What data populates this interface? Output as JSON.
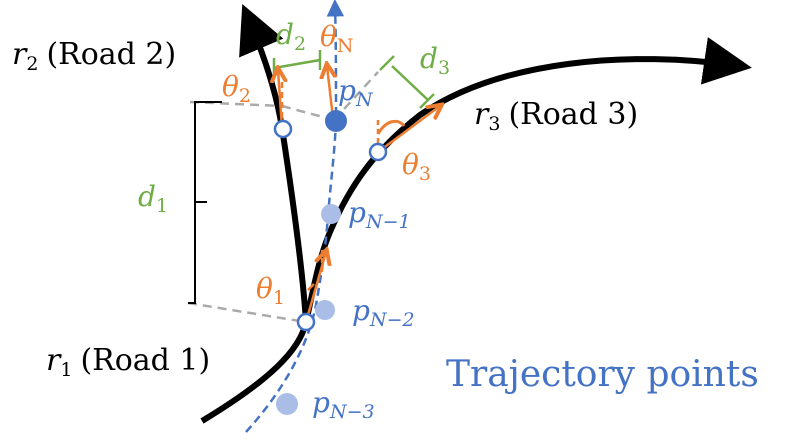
{
  "colors": {
    "road": "#000000",
    "trajectory": "#4472c4",
    "trajectory_light": "#a9bde6",
    "angle": "#ed7d31",
    "distance": "#70ad47",
    "guide": "#aaaaaa"
  },
  "roads": [
    {
      "var": "r",
      "sub": "1",
      "name": "(Road 1)"
    },
    {
      "var": "r",
      "sub": "2",
      "name": "(Road 2)"
    },
    {
      "var": "r",
      "sub": "3",
      "name": "(Road 3)"
    }
  ],
  "distances": [
    {
      "var": "d",
      "sub": "1"
    },
    {
      "var": "d",
      "sub": "2"
    },
    {
      "var": "d",
      "sub": "3"
    }
  ],
  "angles": [
    {
      "var": "θ",
      "sub": "1"
    },
    {
      "var": "θ",
      "sub": "2"
    },
    {
      "var": "θ",
      "sub": "3"
    },
    {
      "var": "θ",
      "sub": "N"
    }
  ],
  "points": [
    {
      "var": "p",
      "sub": "N"
    },
    {
      "var": "p",
      "sub": "N−1"
    },
    {
      "var": "p",
      "sub": "N−2"
    },
    {
      "var": "p",
      "sub": "N−3"
    }
  ],
  "trajectory_label": "Trajectory points"
}
